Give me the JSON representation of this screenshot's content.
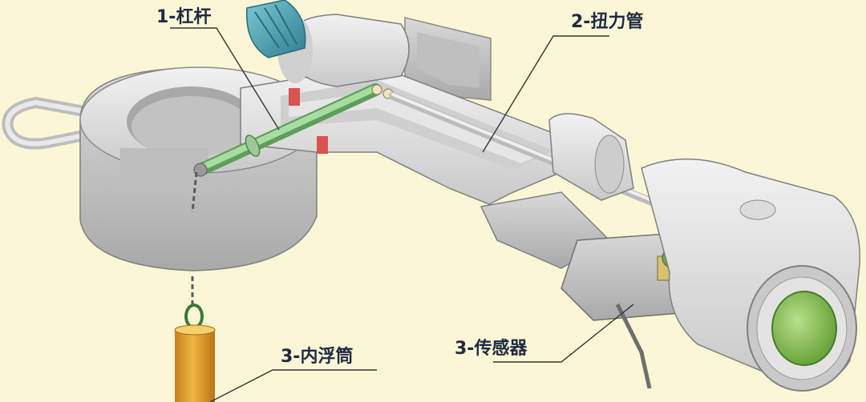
{
  "labels": {
    "lever": "1-杠杆",
    "torque_tube": "2-扭力管",
    "displacer": "3-内浮筒",
    "sensor": "3-传感器"
  },
  "colors": {
    "background": "#fbf7d6",
    "body_metal": "#e4e4e4",
    "lever_rod": "#9fd19a",
    "cap": "#4aa3b4",
    "displacer": "#e8a936",
    "window": "#8fc95a",
    "accent_red": "#d9534f"
  },
  "icons": {
    "cap": "cable-gland-icon",
    "chain": "chain-icon",
    "window": "display-window-icon"
  }
}
